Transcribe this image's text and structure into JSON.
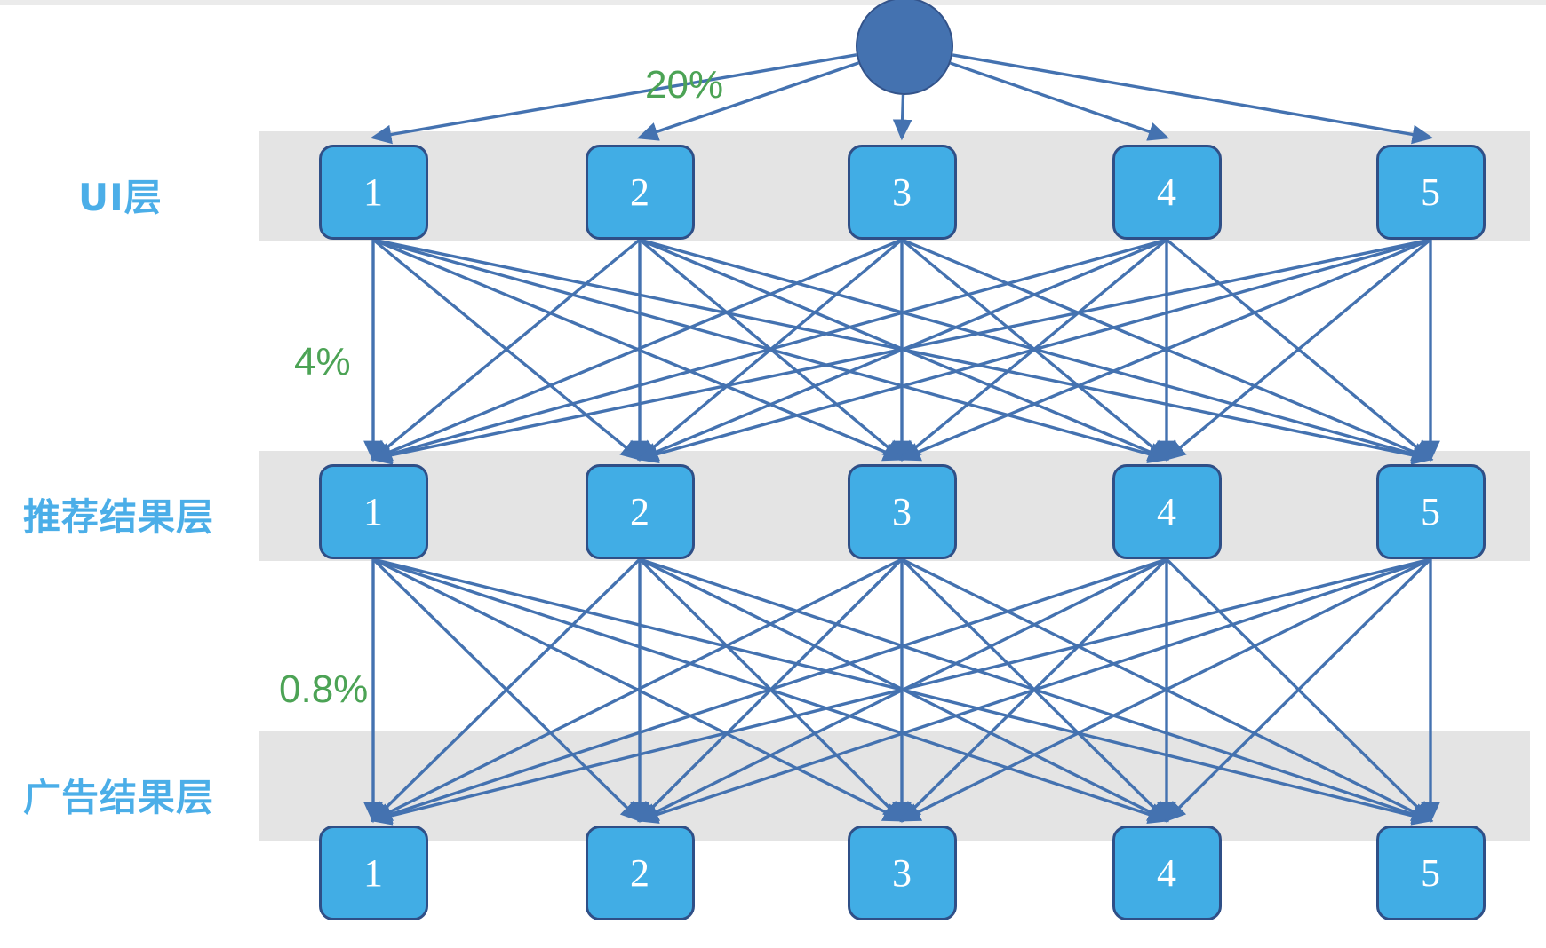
{
  "diagram": {
    "title": "Recommendation and Ad Funnel Layer Diagram",
    "background_color": "#ffffff",
    "band_color": "#e4e4e4",
    "node_fill": "#41ADE5",
    "node_stroke": "#2F4F87",
    "node_text_color": "#ffffff",
    "edge_color": "#4472B0",
    "root_fill": "#4472B0",
    "label_color": "#4BAEE8",
    "percent_color": "#4CA355"
  },
  "root": {
    "name": "root-node",
    "label": ""
  },
  "layers": [
    {
      "label": "UI层",
      "nodes": [
        "1",
        "2",
        "3",
        "4",
        "5"
      ]
    },
    {
      "label": "推荐结果层",
      "nodes": [
        "1",
        "2",
        "3",
        "4",
        "5"
      ]
    },
    {
      "label": "广告结果层",
      "nodes": [
        "1",
        "2",
        "3",
        "4",
        "5"
      ]
    }
  ],
  "percent_labels": [
    {
      "value": "20%",
      "describes": "root-to-ui-layer"
    },
    {
      "value": "4%",
      "describes": "ui-layer-to-recommend-layer"
    },
    {
      "value": "0.8%",
      "describes": "recommend-layer-to-ad-layer"
    }
  ]
}
